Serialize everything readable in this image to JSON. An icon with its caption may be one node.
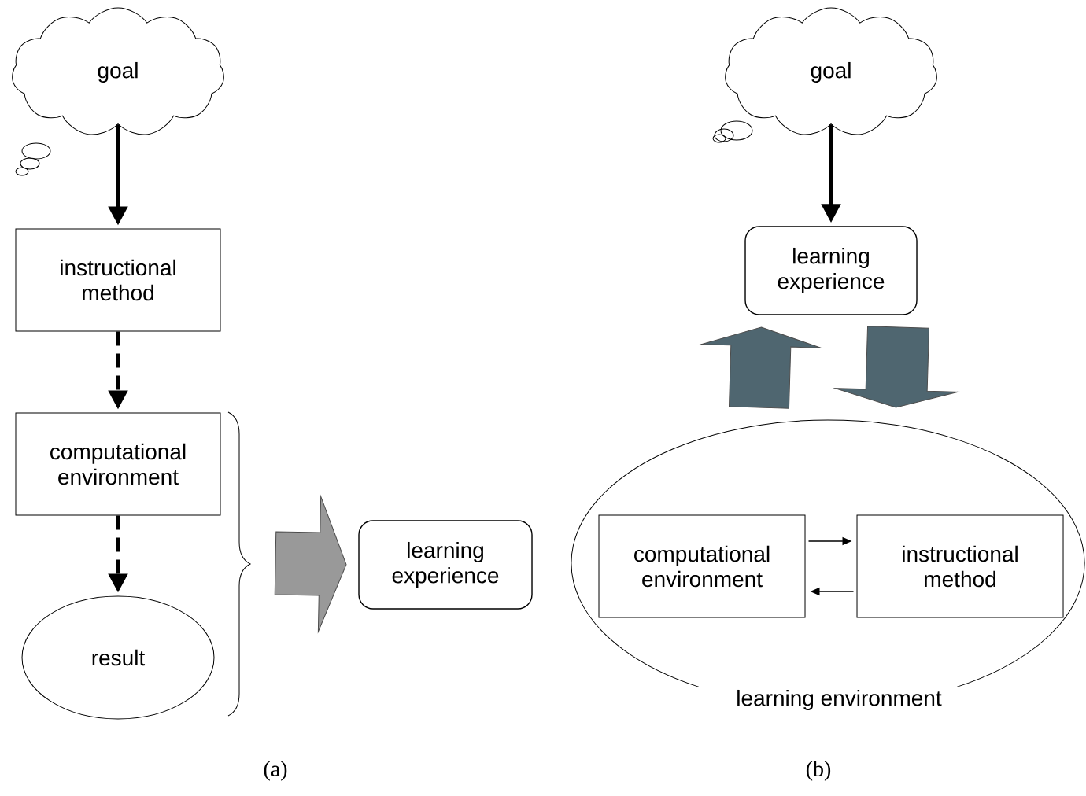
{
  "diagram": {
    "nodes": [
      {
        "text": [
          "goal"
        ]
      },
      {
        "text": [
          "instructional method"
        ]
      },
      {
        "text": [
          "computational environment"
        ]
      },
      {
        "text": [
          "result"
        ]
      },
      {
        "text": [
          "learning experience"
        ]
      },
      {
        "text": [
          "goal"
        ]
      },
      {
        "text": [
          "learning experience"
        ]
      },
      {
        "text": [
          "learning environment"
        ]
      },
      {
        "text": [
          "computational environment"
        ],
        "in": 7
      },
      {
        "text": [
          "instructional method"
        ],
        "in": 7
      }
    ],
    "edges": [
      {
        "from": 0,
        "to": 1,
        "arrow": "to"
      },
      {
        "from": 1,
        "to": 2,
        "arrow": "to",
        "style": "dashed"
      },
      {
        "from": 2,
        "to": 3,
        "arrow": "to",
        "style": "dashed"
      },
      {
        "from": null,
        "to": 4,
        "arrow": "to",
        "style": "thick",
        "color": "#999999"
      },
      {
        "from": 5,
        "to": 6,
        "arrow": "to"
      },
      {
        "from": 7,
        "to": 6,
        "arrow": "to",
        "style": "thick",
        "color": "#4f6670"
      },
      {
        "from": 6,
        "to": 7,
        "arrow": "to",
        "style": "thick",
        "color": "#4f6670"
      },
      {
        "from": 8,
        "to": 9,
        "arrow": "to"
      },
      {
        "from": 9,
        "to": 8,
        "arrow": "to"
      }
    ],
    "labels": [
      "(a)",
      "(b)"
    ]
  }
}
